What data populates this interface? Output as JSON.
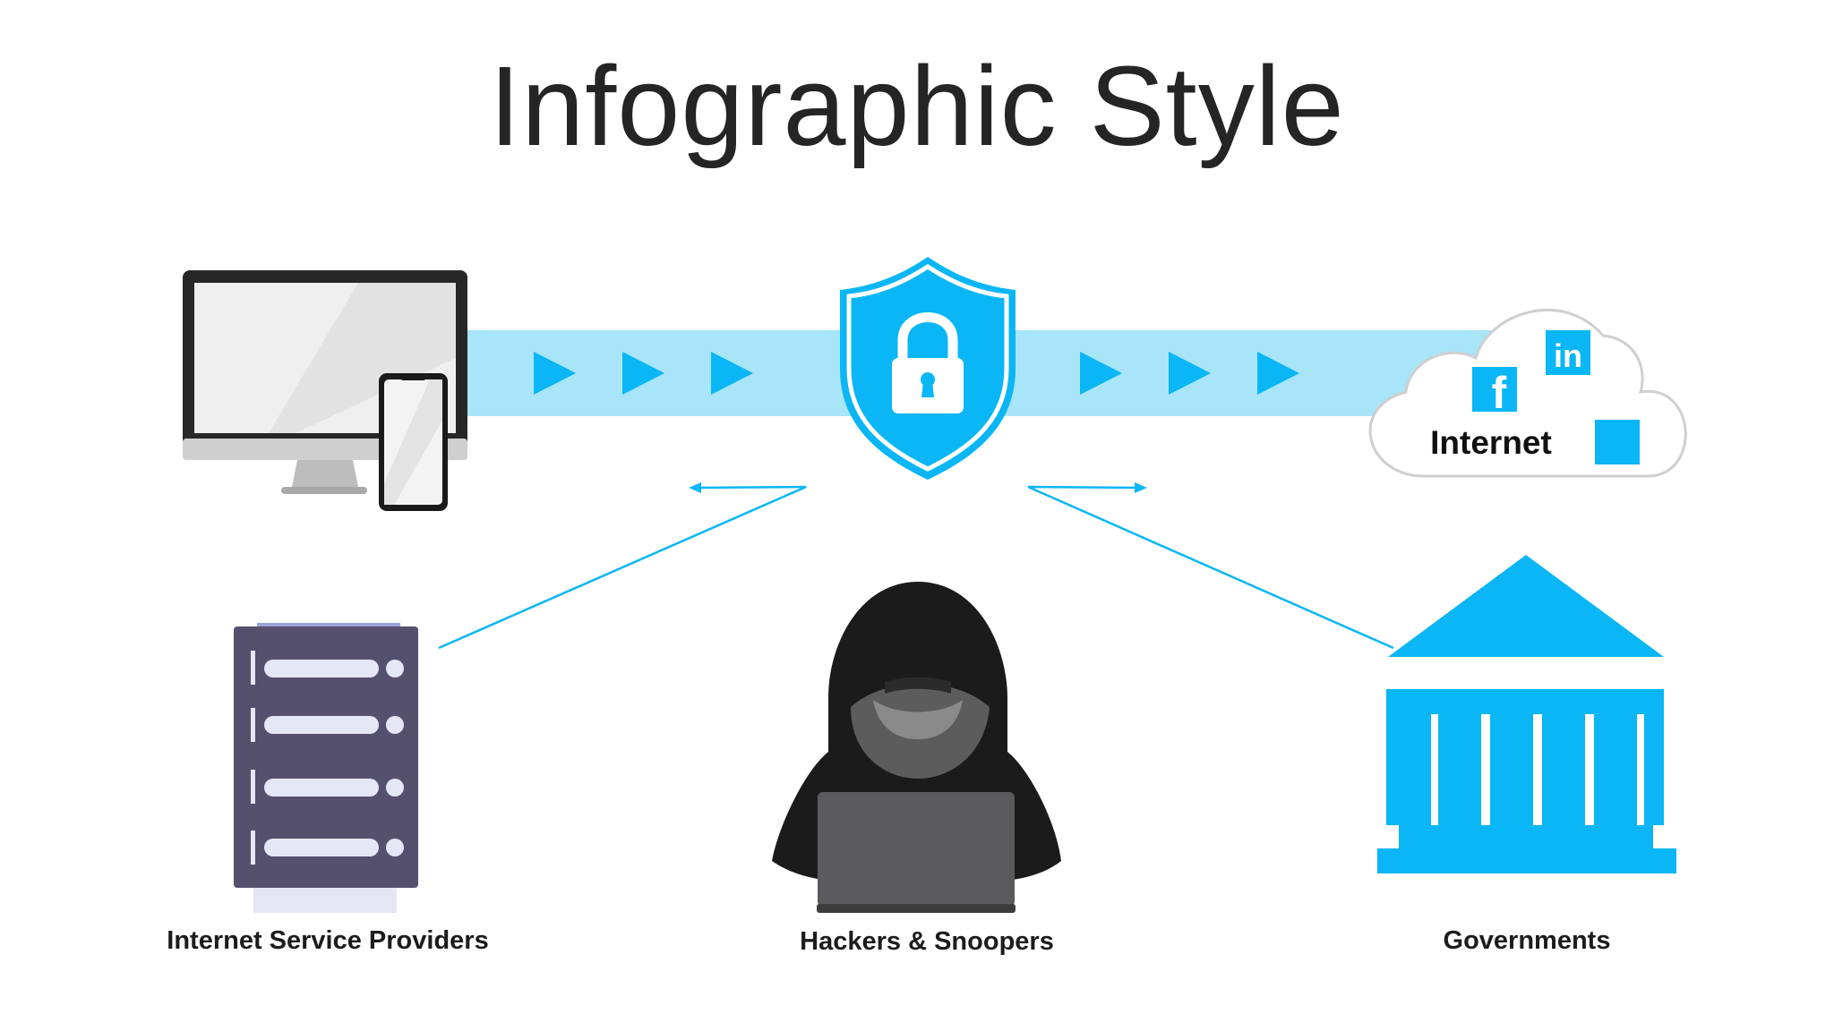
{
  "title": "Infographic Style",
  "cloud": {
    "label": "Internet",
    "icons": [
      "facebook-icon",
      "linkedin-icon",
      "twitter-icon"
    ]
  },
  "entities": {
    "isp": "Internet Service Providers",
    "hackers": "Hackers & Snoopers",
    "governments": "Governments"
  },
  "colors": {
    "accent": "#0ab6f5",
    "tunnel": "#a8e5f8",
    "server": "#55506e",
    "hacker": "#1b1b1b"
  }
}
